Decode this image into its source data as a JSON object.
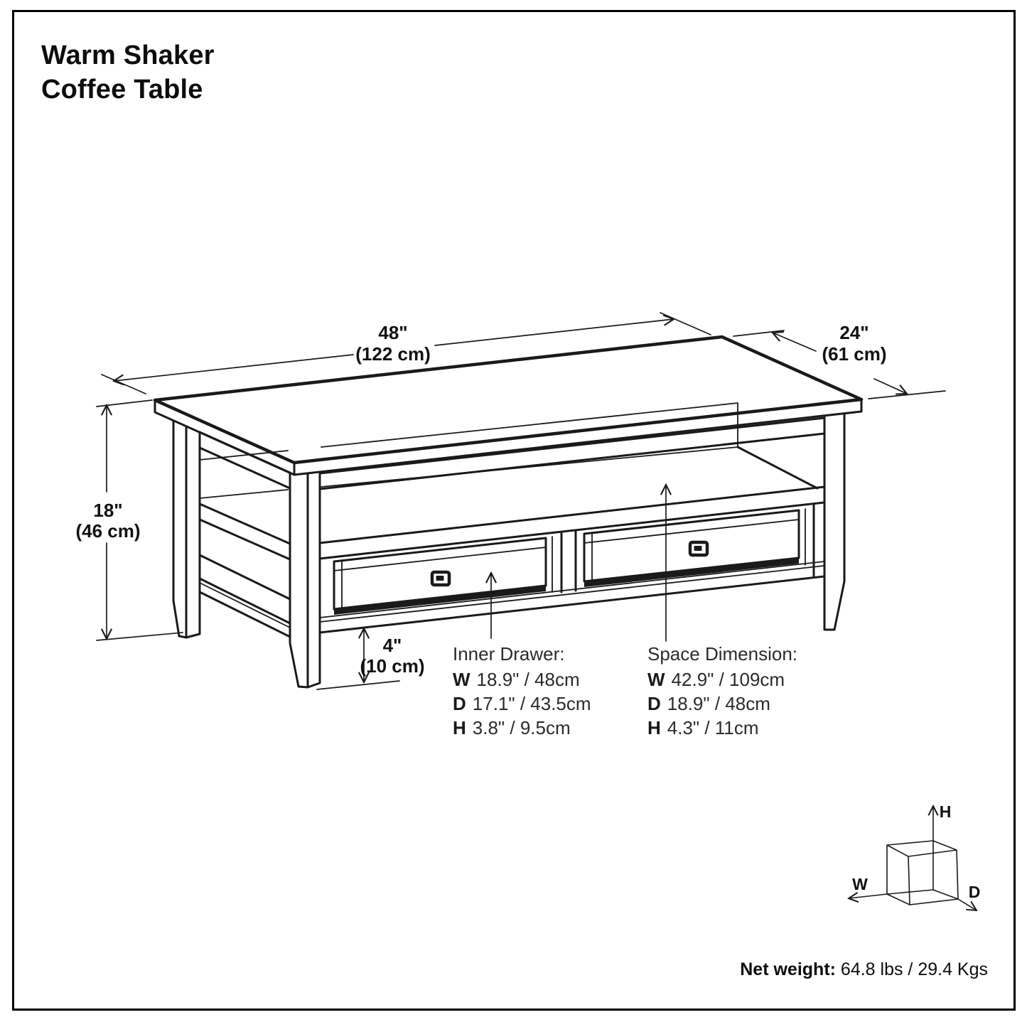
{
  "page": {
    "title_line1": "Warm Shaker",
    "title_line2": "Coffee Table",
    "net_weight_label": "Net weight:",
    "net_weight_value": " 64.8 lbs / 29.4 Kgs"
  },
  "dimensions": {
    "width": {
      "inches": "48\"",
      "cm": "(122 cm)"
    },
    "depth": {
      "inches": "24\"",
      "cm": "(61 cm)"
    },
    "height": {
      "inches": "18\"",
      "cm": "(46 cm)"
    },
    "clearance": {
      "inches": "4\"",
      "cm": "(10 cm)"
    }
  },
  "callouts": {
    "inner_drawer": {
      "title": "Inner Drawer:",
      "rows": [
        {
          "axis": "W",
          "value": "18.9\" / 48cm"
        },
        {
          "axis": "D",
          "value": "17.1\" / 43.5cm"
        },
        {
          "axis": "H",
          "value": "3.8\" / 9.5cm"
        }
      ]
    },
    "space_dimension": {
      "title": "Space Dimension:",
      "rows": [
        {
          "axis": "W",
          "value": "42.9\" / 109cm"
        },
        {
          "axis": "D",
          "value": "18.9\" / 48cm"
        },
        {
          "axis": "H",
          "value": "4.3\" / 11cm"
        }
      ]
    }
  },
  "axis_cube": {
    "h": "H",
    "w": "W",
    "d": "D"
  }
}
